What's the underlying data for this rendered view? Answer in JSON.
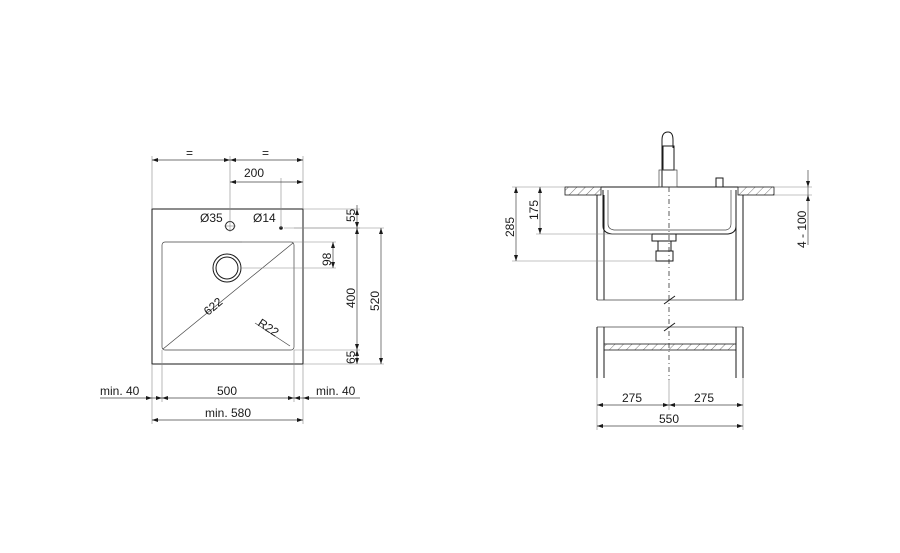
{
  "plan_view": {
    "equal_left": "=",
    "equal_right": "=",
    "dim_200": "200",
    "hole_large": "Ø35",
    "hole_small": "Ø14",
    "dim_55": "55",
    "dim_98": "98",
    "dim_400": "400",
    "dim_520": "520",
    "dim_65": "65",
    "diagonal": "622",
    "radius": "R22",
    "min_left": "min. 40",
    "dim_500": "500",
    "min_right": "min. 40",
    "min_580": "min. 580"
  },
  "section_view": {
    "dim_285": "285",
    "dim_175": "175",
    "dim_4_100": "4 - 100",
    "dim_275_left": "275",
    "dim_275_right": "275",
    "dim_550": "550"
  }
}
